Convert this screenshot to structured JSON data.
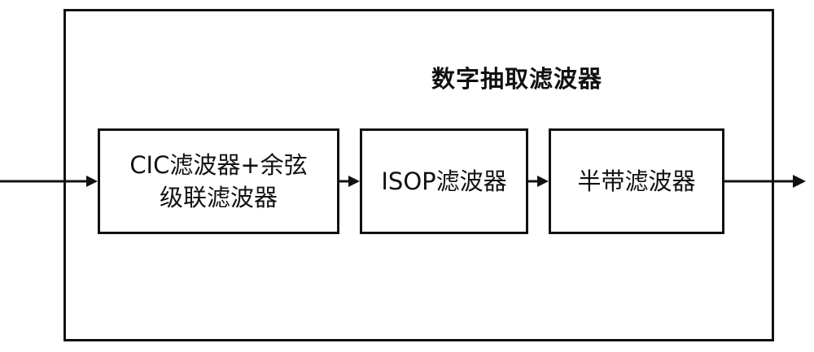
{
  "diagram": {
    "title": "数字抽取滤波器",
    "blocks": [
      {
        "id": "cic",
        "lines": [
          "CIC滤波器+余弦",
          "级联滤波器"
        ]
      },
      {
        "id": "isop",
        "lines": [
          "ISOP滤波器"
        ]
      },
      {
        "id": "halfband",
        "lines": [
          "半带滤波器"
        ]
      }
    ],
    "colors": {
      "stroke": "#111111",
      "background": "#ffffff"
    }
  }
}
